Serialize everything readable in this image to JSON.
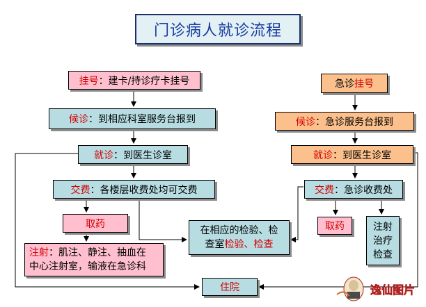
{
  "title": "门诊病人就诊流程",
  "left": {
    "register": {
      "prefix": "挂号",
      "text": "：建卡/持诊疗卡挂号"
    },
    "wait": {
      "prefix": "候诊",
      "text": "：到相应科室服务台报到"
    },
    "consult": {
      "prefix": "就诊",
      "text": "：到医生诊室"
    },
    "pay": {
      "prefix": "交费",
      "text": "：各楼层收费处均可交费"
    },
    "medicine": "取药",
    "injection": {
      "prefix": "注射",
      "line1": "：肌注、静注、抽血在",
      "line2": "中心注射室，输液在急诊科"
    }
  },
  "center": {
    "exam": {
      "line1": "在相应的检验、检",
      "line2_prefix": "查室",
      "line2_red": "检验、检查"
    },
    "hospitalize": "住院"
  },
  "right": {
    "register": {
      "prefix": "急诊",
      "red": "挂号"
    },
    "wait": {
      "prefix": "候诊",
      "text": "：急诊服务台报到"
    },
    "consult": {
      "prefix": "就诊",
      "text": "：到医生诊室"
    },
    "pay": {
      "prefix": "交费",
      "text": "：急诊收费处"
    },
    "medicine": "取药",
    "treatment": [
      "注射",
      "治疗",
      "检查"
    ]
  },
  "watermark": "逸仙图片",
  "colors": {
    "teal": "#b7dde3",
    "pink": "#ffbfcf",
    "orange": "#fbc08c",
    "red": "#d40000",
    "title": "#1b3ea0"
  }
}
